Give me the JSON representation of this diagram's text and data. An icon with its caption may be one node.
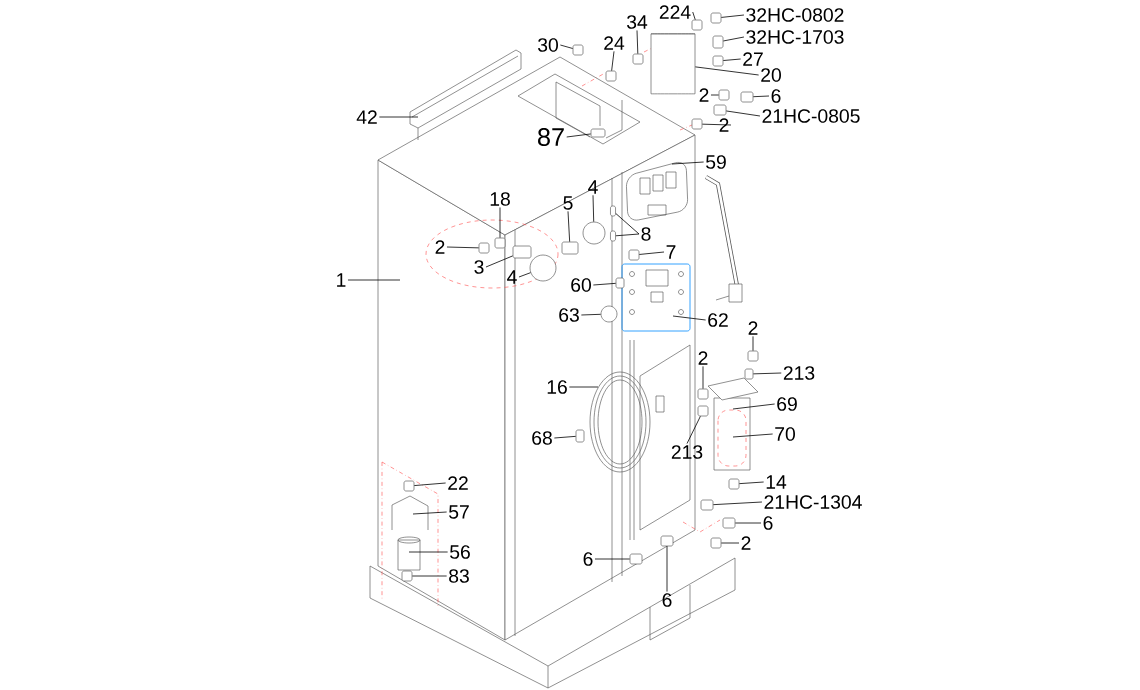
{
  "diagram": {
    "nodes": [
      {
        "text": [
          "1"
        ]
      },
      {
        "text": [
          "42"
        ]
      },
      {
        "text": [
          "30"
        ]
      },
      {
        "text": [
          "24"
        ]
      },
      {
        "text": [
          "34"
        ]
      },
      {
        "text": [
          "224"
        ]
      },
      {
        "text": [
          "32HC-0802"
        ]
      },
      {
        "text": [
          "32HC-1703"
        ]
      },
      {
        "text": [
          "27"
        ]
      },
      {
        "text": [
          "20"
        ]
      },
      {
        "text": [
          "2"
        ]
      },
      {
        "text": [
          "6"
        ]
      },
      {
        "text": [
          "21HC-0805"
        ]
      },
      {
        "text": [
          "2"
        ]
      },
      {
        "text": [
          "87"
        ]
      },
      {
        "text": [
          "59"
        ]
      },
      {
        "text": [
          "18"
        ]
      },
      {
        "text": [
          "2"
        ]
      },
      {
        "text": [
          "5"
        ]
      },
      {
        "text": [
          "4"
        ]
      },
      {
        "text": [
          "3"
        ]
      },
      {
        "text": [
          "4"
        ]
      },
      {
        "text": [
          "8"
        ]
      },
      {
        "text": [
          "7"
        ]
      },
      {
        "text": [
          "60"
        ]
      },
      {
        "text": [
          "63"
        ]
      },
      {
        "text": [
          "62"
        ]
      },
      {
        "text": [
          "2"
        ]
      },
      {
        "text": [
          "213"
        ]
      },
      {
        "text": [
          "2"
        ]
      },
      {
        "text": [
          "69"
        ]
      },
      {
        "text": [
          "70"
        ]
      },
      {
        "text": [
          "213"
        ]
      },
      {
        "text": [
          "14"
        ]
      },
      {
        "text": [
          "21HC-1304"
        ]
      },
      {
        "text": [
          "6"
        ]
      },
      {
        "text": [
          "2"
        ]
      },
      {
        "text": [
          "16"
        ]
      },
      {
        "text": [
          "68"
        ]
      },
      {
        "text": [
          "6"
        ]
      },
      {
        "text": [
          "6"
        ]
      },
      {
        "text": [
          "22"
        ]
      },
      {
        "text": [
          "57"
        ]
      },
      {
        "text": [
          "56"
        ]
      },
      {
        "text": [
          "83"
        ]
      },
      {
        "text": [],
        "shape": "box"
      },
      {
        "text": [],
        "shape": "box"
      },
      {
        "text": [],
        "shape": "box"
      },
      {
        "text": [],
        "shape": "box"
      },
      {
        "text": [],
        "shape": "box"
      },
      {
        "text": [],
        "shape": "box"
      },
      {
        "text": [],
        "shape": "box"
      },
      {
        "text": [],
        "shape": "cylinder"
      },
      {
        "text": [],
        "shape": "box"
      },
      {
        "text": [],
        "shape": "box"
      },
      {
        "text": [],
        "shape": "box"
      },
      {
        "text": [],
        "shape": "box"
      },
      {
        "text": [],
        "shape": "box"
      },
      {
        "text": [],
        "shape": "box"
      },
      {
        "text": [],
        "shape": "box"
      },
      {
        "text": [],
        "shape": "box"
      },
      {
        "text": [],
        "shape": "circle"
      },
      {
        "text": [],
        "shape": "box"
      },
      {
        "text": [],
        "shape": "circle"
      },
      {
        "text": [],
        "shape": "box"
      },
      {
        "text": [],
        "shape": "box"
      },
      {
        "text": [],
        "shape": "box"
      },
      {
        "text": [],
        "shape": "box"
      },
      {
        "text": [],
        "shape": "circle"
      },
      {
        "text": [],
        "shape": "box"
      },
      {
        "text": [],
        "shape": "box"
      },
      {
        "text": [],
        "shape": "box"
      },
      {
        "text": [],
        "shape": "box"
      },
      {
        "text": [],
        "shape": "box"
      },
      {
        "text": [],
        "shape": "box"
      },
      {
        "text": [],
        "shape": "box"
      },
      {
        "text": [],
        "shape": "box"
      },
      {
        "text": [],
        "shape": "box"
      },
      {
        "text": [],
        "shape": "box"
      },
      {
        "text": [],
        "shape": "box"
      },
      {
        "text": [],
        "shape": "box"
      },
      {
        "text": [],
        "shape": "box"
      }
    ],
    "edges": [
      {
        "from": 0,
        "to": null,
        "arrow": "none"
      },
      {
        "from": 1,
        "to": null,
        "arrow": "none"
      },
      {
        "from": 2,
        "to": 45,
        "arrow": "none"
      },
      {
        "from": 3,
        "to": 46,
        "arrow": "none"
      },
      {
        "from": 4,
        "to": 47,
        "arrow": "none"
      },
      {
        "from": 5,
        "to": 48,
        "arrow": "none"
      },
      {
        "from": 6,
        "to": 49,
        "arrow": "none"
      },
      {
        "from": 7,
        "to": 50,
        "arrow": "none"
      },
      {
        "from": 8,
        "to": 51,
        "arrow": "none"
      },
      {
        "from": 9,
        "to": 52,
        "arrow": "none"
      },
      {
        "from": 10,
        "to": 53,
        "arrow": "none"
      },
      {
        "from": 11,
        "to": 54,
        "arrow": "none"
      },
      {
        "from": 12,
        "to": 55,
        "arrow": "none"
      },
      {
        "from": 13,
        "to": 56,
        "arrow": "none"
      },
      {
        "from": 14,
        "to": 57,
        "arrow": "none"
      },
      {
        "from": 15,
        "to": null,
        "arrow": "none"
      },
      {
        "from": 16,
        "to": 58,
        "arrow": "none"
      },
      {
        "from": 17,
        "to": 59,
        "arrow": "none"
      },
      {
        "from": 18,
        "to": 60,
        "arrow": "none"
      },
      {
        "from": 19,
        "to": 61,
        "arrow": "none"
      },
      {
        "from": 20,
        "to": 62,
        "arrow": "none"
      },
      {
        "from": 21,
        "to": 63,
        "arrow": "none"
      },
      {
        "from": 22,
        "to": 64,
        "arrow": "none"
      },
      {
        "from": 22,
        "to": 65,
        "arrow": "none"
      },
      {
        "from": 23,
        "to": 66,
        "arrow": "none"
      },
      {
        "from": 24,
        "to": 67,
        "arrow": "none"
      },
      {
        "from": 25,
        "to": 68,
        "arrow": "none"
      },
      {
        "from": 26,
        "to": null,
        "arrow": "none"
      },
      {
        "from": 27,
        "to": 69,
        "arrow": "none"
      },
      {
        "from": 28,
        "to": 70,
        "arrow": "none"
      },
      {
        "from": 29,
        "to": 71,
        "arrow": "none"
      },
      {
        "from": 30,
        "to": null,
        "arrow": "none"
      },
      {
        "from": 31,
        "to": null,
        "arrow": "none"
      },
      {
        "from": 32,
        "to": 72,
        "arrow": "none"
      },
      {
        "from": 33,
        "to": 73,
        "arrow": "none"
      },
      {
        "from": 34,
        "to": 74,
        "arrow": "none"
      },
      {
        "from": 35,
        "to": 75,
        "arrow": "none"
      },
      {
        "from": 36,
        "to": 76,
        "arrow": "none"
      },
      {
        "from": 37,
        "to": null,
        "arrow": "none"
      },
      {
        "from": 38,
        "to": 77,
        "arrow": "none"
      },
      {
        "from": 39,
        "to": 78,
        "arrow": "none"
      },
      {
        "from": 40,
        "to": 79,
        "arrow": "none"
      },
      {
        "from": 41,
        "to": 80,
        "arrow": "none"
      },
      {
        "from": 42,
        "to": null,
        "arrow": "none"
      },
      {
        "from": 43,
        "to": null,
        "arrow": "none"
      },
      {
        "from": 44,
        "to": 81,
        "arrow": "none"
      }
    ]
  }
}
